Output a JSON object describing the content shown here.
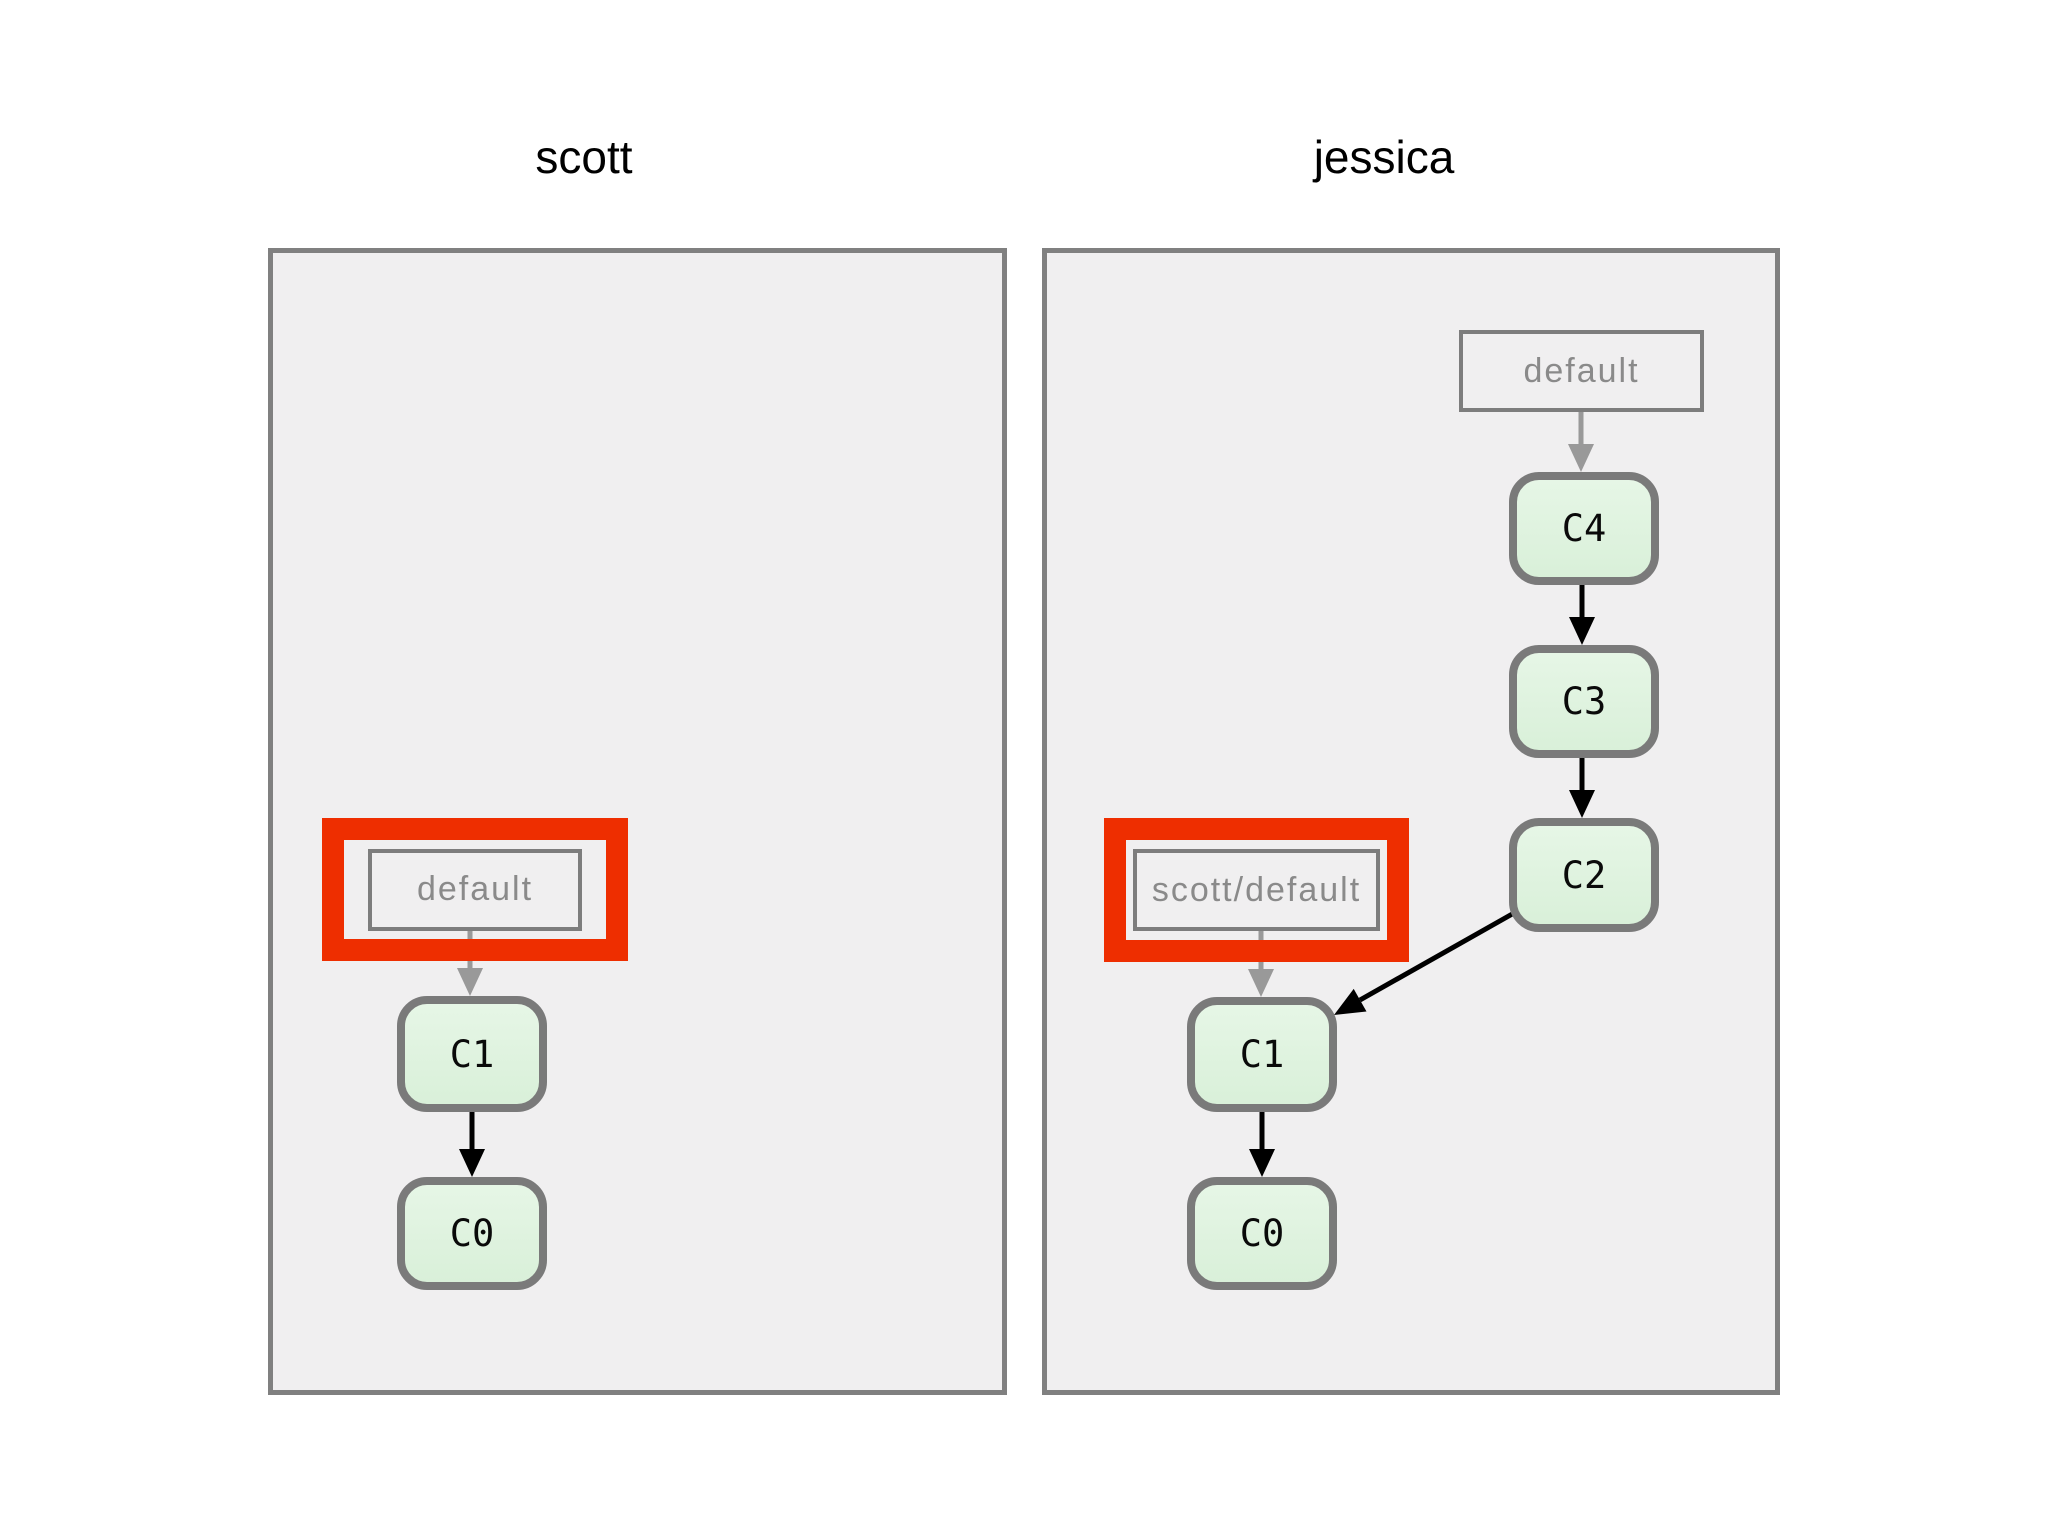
{
  "colors": {
    "page-bg": "#ffffff",
    "panel-bg": "#f0eff0",
    "panel-border": "#808080",
    "node-fill": "#d9f0d9",
    "node-fill-top": "#e6f6e6",
    "node-border": "#7a7a7a",
    "node-text": "#0a0a0a",
    "label-border": "#7d7d7d",
    "label-text": "#8a8a8a",
    "highlight": "#ee2e00",
    "arrow-black": "#000000",
    "arrow-gray": "#999999"
  },
  "repositories": [
    {
      "title": "scott",
      "branch_labels": [
        {
          "text": "default",
          "highlighted": true,
          "points_to": "C1"
        }
      ],
      "commits": [
        {
          "id": "C1"
        },
        {
          "id": "C0"
        }
      ],
      "edges": [
        {
          "from": "C1",
          "to": "C0"
        }
      ]
    },
    {
      "title": "jessica",
      "branch_labels": [
        {
          "text": "default",
          "highlighted": false,
          "points_to": "C4"
        },
        {
          "text": "scott/default",
          "highlighted": true,
          "points_to": "C1"
        }
      ],
      "commits": [
        {
          "id": "C4"
        },
        {
          "id": "C3"
        },
        {
          "id": "C2"
        },
        {
          "id": "C1"
        },
        {
          "id": "C0"
        }
      ],
      "edges": [
        {
          "from": "C4",
          "to": "C3"
        },
        {
          "from": "C3",
          "to": "C2"
        },
        {
          "from": "C2",
          "to": "C1"
        },
        {
          "from": "C1",
          "to": "C0"
        }
      ]
    }
  ]
}
